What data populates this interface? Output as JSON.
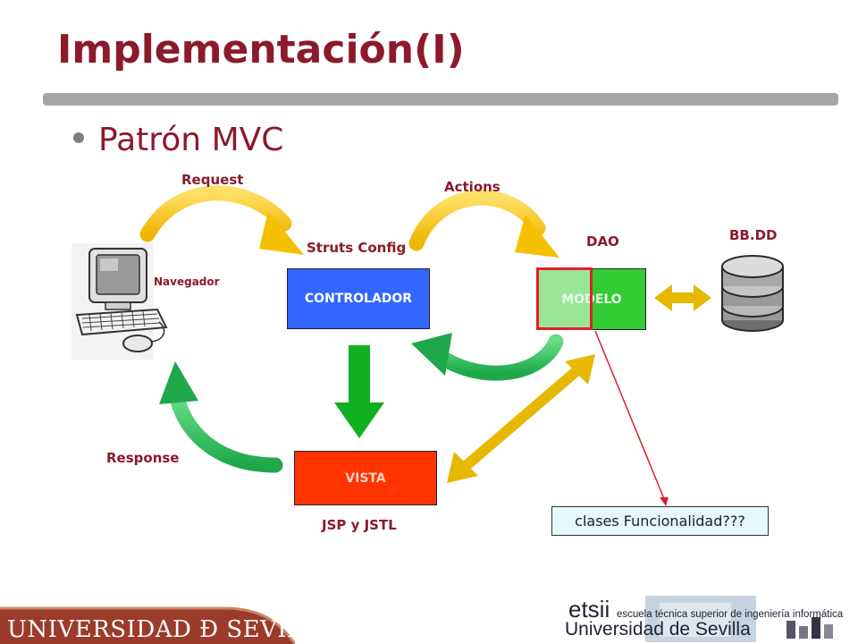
{
  "slide": {
    "title": "Implementación(I)",
    "bullet": "Patrón MVC"
  },
  "diagram": {
    "request_label": "Request",
    "actions_label": "Actions",
    "struts_label": "Struts Config",
    "dao_label": "DAO",
    "bbdd_label": "BB.DD",
    "navegador_label": "Navegador",
    "response_label": "Response",
    "jsp_label": "JSP y JSTL",
    "controlador": "CONTROLADOR",
    "modelo": "MODELO",
    "vista": "VISTA",
    "callout": "clases Funcionalidad???"
  },
  "footer": {
    "left_text": "UNIVERSIDAD Ð SEVILLA",
    "right_line1": "etsii",
    "right_line1_sub": "escuela técnica superior de ingeniería informática",
    "right_line2": "Universidad de Sevilla"
  },
  "colors": {
    "title": "#8b1a2b",
    "controlador": "#3366ff",
    "modelo": "#33cc33",
    "vista": "#ff3300",
    "yellow_arrow": "#ffc000",
    "green_arrow": "#22b24c",
    "highlight": "#e0202a"
  }
}
